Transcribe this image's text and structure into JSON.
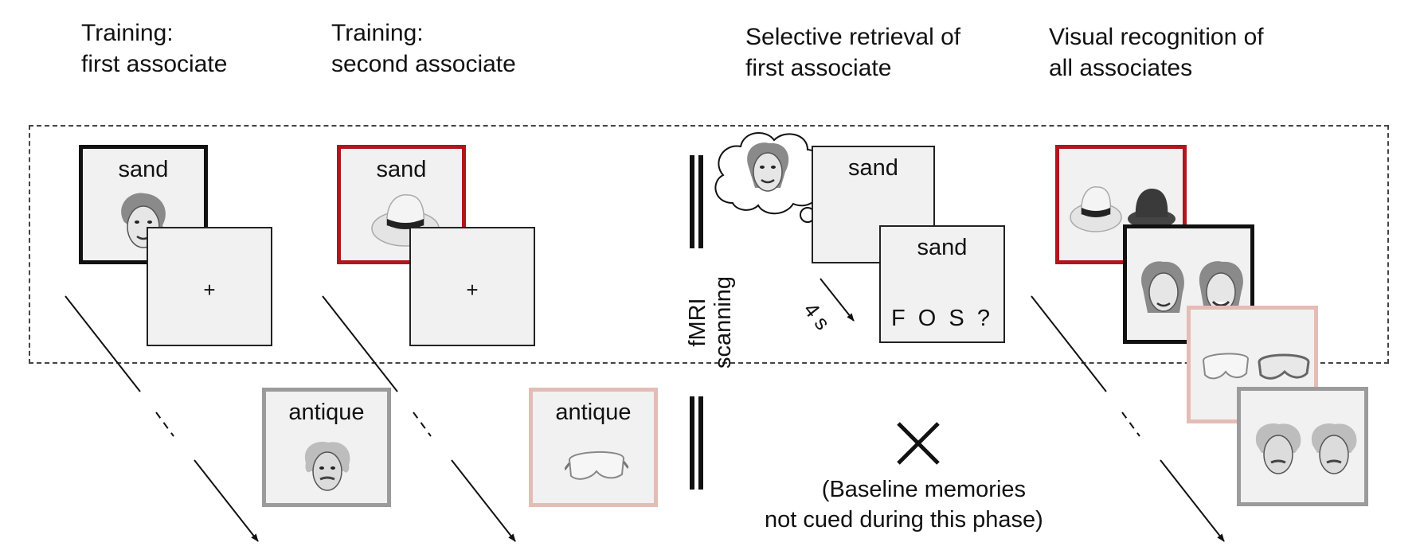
{
  "headings": {
    "phase1": [
      "Training:",
      "first associate"
    ],
    "phase2": [
      "Training:",
      "second associate"
    ],
    "phase3": [
      "Selective retrieval of",
      "first associate"
    ],
    "phase4": [
      "Visual recognition of",
      "all associates"
    ]
  },
  "scanner_label": [
    "fMRI",
    "scanning"
  ],
  "cue_word": "sand",
  "baseline_word": "antique",
  "fixation": "+",
  "letters_prompt": "F O S ?",
  "duration": "4 s",
  "baseline_note": [
    "(Baseline memories",
    "not cued during this phase)"
  ],
  "colors": {
    "first_associate_border": "#111111",
    "second_associate_border": "#b0161a",
    "baseline_first_border": "#9b9b9b",
    "baseline_second_border": "#e3bdb5"
  },
  "icons": [
    "face-icon",
    "hat-icon",
    "goggles-icon",
    "thought-bubble-icon",
    "cross-icon"
  ]
}
